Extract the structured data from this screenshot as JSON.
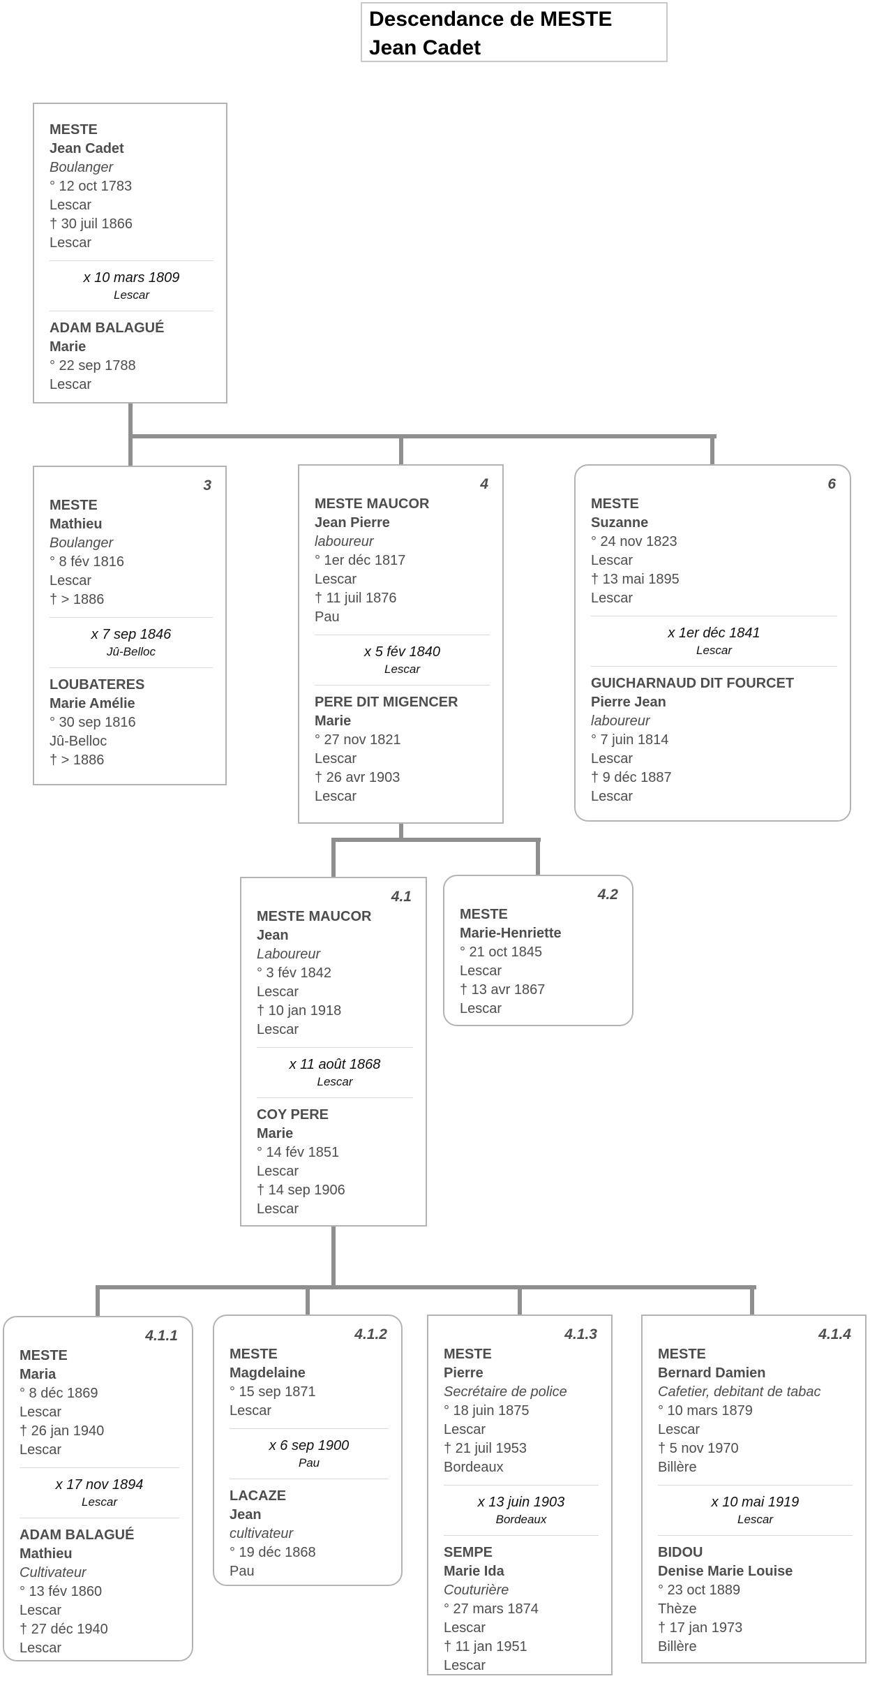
{
  "title": {
    "line1": "Descendance de MESTE",
    "line2": "Jean Cadet"
  },
  "colors": {
    "background": "#ffffff",
    "box_border": "#b3b3b3",
    "title_border": "#c9c9c9",
    "connector": "#8f8f8f",
    "person_text": "#4d4d4d",
    "marriage_text": "#111111",
    "separator": "#d9d9d9"
  },
  "boxes": {
    "root": {
      "person": {
        "surname": "MESTE",
        "given": "Jean Cadet",
        "profession": "Boulanger",
        "birth_date": "° 12 oct 1783",
        "birth_place": "Lescar",
        "death_date": "† 30 juil 1866",
        "death_place": "Lescar"
      },
      "marriage": {
        "date": "x 10 mars 1809",
        "place": "Lescar"
      },
      "spouse": {
        "surname": "ADAM BALAGUÉ",
        "given": "Marie",
        "birth_date": "° 22 sep 1788",
        "birth_place": "Lescar"
      }
    },
    "b3": {
      "number": "3",
      "person": {
        "surname": "MESTE",
        "given": "Mathieu",
        "profession": "Boulanger",
        "birth_date": "° 8 fév 1816",
        "birth_place": "Lescar",
        "death_date": "† > 1886"
      },
      "marriage": {
        "date": "x 7 sep 1846",
        "place": "Jû-Belloc"
      },
      "spouse": {
        "surname": "LOUBATERES",
        "given": "Marie Amélie",
        "birth_date": "° 30 sep 1816",
        "birth_place": "Jû-Belloc",
        "death_date": "† > 1886"
      }
    },
    "b4": {
      "number": "4",
      "person": {
        "surname": "MESTE MAUCOR",
        "given": "Jean Pierre",
        "profession": "laboureur",
        "birth_date": "° 1er déc 1817",
        "birth_place": "Lescar",
        "death_date": "† 11 juil 1876",
        "death_place": "Pau"
      },
      "marriage": {
        "date": "x 5 fév 1840",
        "place": "Lescar"
      },
      "spouse": {
        "surname": "PERE DIT MIGENCER",
        "given": "Marie",
        "birth_date": "° 27 nov 1821",
        "birth_place": "Lescar",
        "death_date": "† 26 avr 1903",
        "death_place": "Lescar"
      }
    },
    "b6": {
      "number": "6",
      "person": {
        "surname": "MESTE",
        "given": "Suzanne",
        "birth_date": "° 24 nov 1823",
        "birth_place": "Lescar",
        "death_date": "† 13 mai 1895",
        "death_place": "Lescar"
      },
      "marriage": {
        "date": "x 1er déc 1841",
        "place": "Lescar"
      },
      "spouse": {
        "surname": "GUICHARNAUD DIT FOURCET",
        "given": "Pierre Jean",
        "profession": "laboureur",
        "birth_date": "° 7 juin 1814",
        "birth_place": "Lescar",
        "death_date": "† 9 déc 1887",
        "death_place": "Lescar"
      }
    },
    "b41": {
      "number": "4.1",
      "person": {
        "surname": "MESTE MAUCOR",
        "given": "Jean",
        "profession": "Laboureur",
        "birth_date": "° 3 fév 1842",
        "birth_place": "Lescar",
        "death_date": "† 10 jan 1918",
        "death_place": "Lescar"
      },
      "marriage": {
        "date": "x 11 août 1868",
        "place": "Lescar"
      },
      "spouse": {
        "surname": "COY PERE",
        "given": "Marie",
        "birth_date": "° 14 fév 1851",
        "birth_place": "Lescar",
        "death_date": "† 14 sep 1906",
        "death_place": "Lescar"
      }
    },
    "b42": {
      "number": "4.2",
      "person": {
        "surname": "MESTE",
        "given": "Marie-Henriette",
        "birth_date": "° 21 oct 1845",
        "birth_place": "Lescar",
        "death_date": "† 13 avr 1867",
        "death_place": "Lescar"
      }
    },
    "b411": {
      "number": "4.1.1",
      "person": {
        "surname": "MESTE",
        "given": "Maria",
        "birth_date": "° 8 déc 1869",
        "birth_place": "Lescar",
        "death_date": "† 26 jan 1940",
        "death_place": "Lescar"
      },
      "marriage": {
        "date": "x 17 nov 1894",
        "place": "Lescar"
      },
      "spouse": {
        "surname": "ADAM BALAGUÉ",
        "given": "Mathieu",
        "profession": "Cultivateur",
        "birth_date": "° 13 fév 1860",
        "birth_place": "Lescar",
        "death_date": "† 27 déc 1940",
        "death_place": "Lescar"
      }
    },
    "b412": {
      "number": "4.1.2",
      "person": {
        "surname": "MESTE",
        "given": "Magdelaine",
        "birth_date": "° 15 sep 1871",
        "birth_place": "Lescar"
      },
      "marriage": {
        "date": "x 6 sep 1900",
        "place": "Pau"
      },
      "spouse": {
        "surname": "LACAZE",
        "given": "Jean",
        "profession": "cultivateur",
        "birth_date": "° 19 déc 1868",
        "birth_place": "Pau"
      }
    },
    "b413": {
      "number": "4.1.3",
      "person": {
        "surname": "MESTE",
        "given": "Pierre",
        "profession": "Secrétaire de police",
        "birth_date": "° 18 juin 1875",
        "birth_place": "Lescar",
        "death_date": "† 21 juil 1953",
        "death_place": "Bordeaux"
      },
      "marriage": {
        "date": "x 13 juin 1903",
        "place": "Bordeaux"
      },
      "spouse": {
        "surname": "SEMPE",
        "given": "Marie Ida",
        "profession": "Couturière",
        "birth_date": "° 27 mars 1874",
        "birth_place": "Lescar",
        "death_date": "† 11 jan 1951",
        "death_place": "Lescar"
      }
    },
    "b414": {
      "number": "4.1.4",
      "person": {
        "surname": "MESTE",
        "given": "Bernard Damien",
        "profession": "Cafetier, debitant de tabac",
        "birth_date": "° 10 mars 1879",
        "birth_place": "Lescar",
        "death_date": "† 5 nov 1970",
        "death_place": "Billère"
      },
      "marriage": {
        "date": "x 10 mai 1919",
        "place": "Lescar"
      },
      "spouse": {
        "surname": "BIDOU",
        "given": "Denise Marie Louise",
        "birth_date": "° 23 oct 1889",
        "birth_place": "Thèze",
        "death_date": "† 17 jan 1973",
        "death_place": "Billère"
      }
    }
  }
}
